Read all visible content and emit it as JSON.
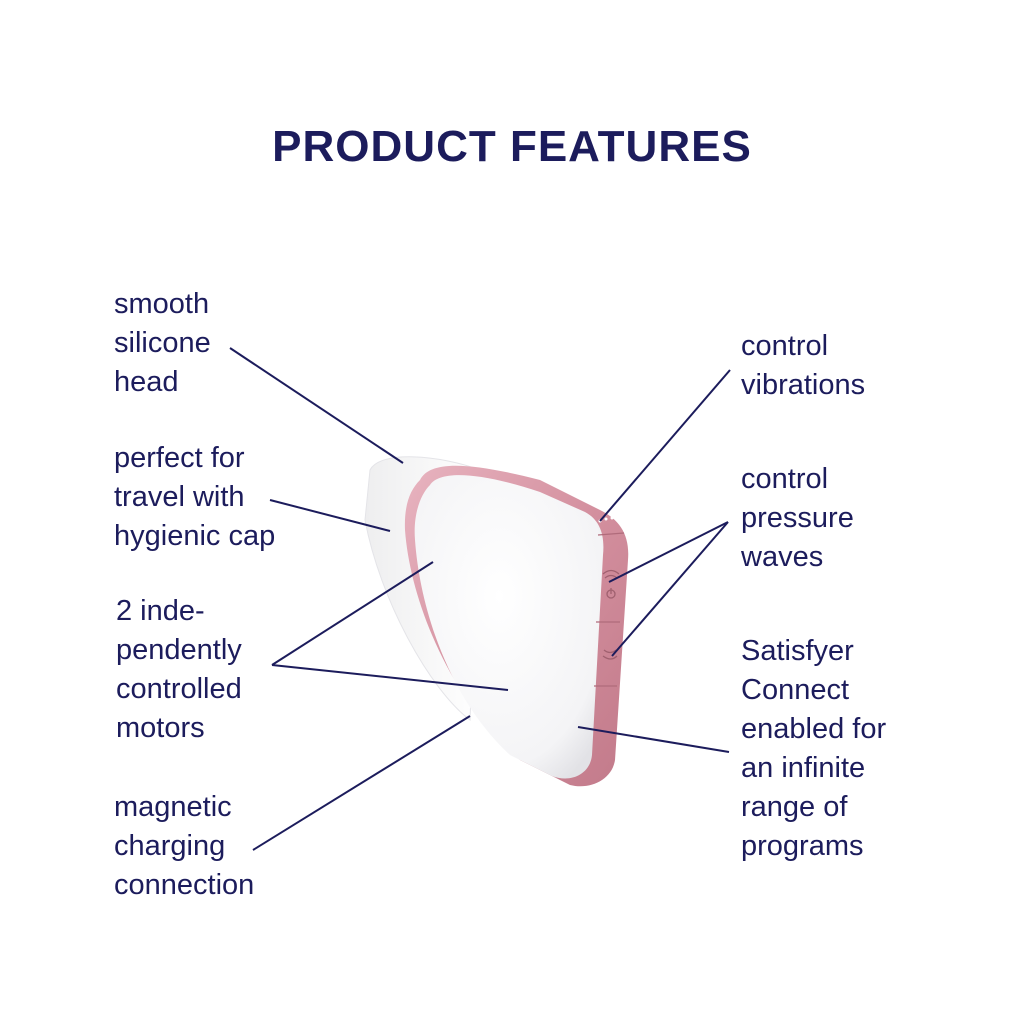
{
  "title": "PRODUCT FEATURES",
  "colors": {
    "text": "#1c1c5c",
    "accent_rose_gold": "#d89aa8",
    "background": "#ffffff"
  },
  "features_left": [
    {
      "label": "smooth\nsilicone\nhead"
    },
    {
      "label": "perfect for\ntravel with\nhygienic cap"
    },
    {
      "label": "2 inde-\npendently\ncontrolled\nmotors"
    },
    {
      "label": "magnetic\ncharging\nconnection"
    }
  ],
  "features_right": [
    {
      "label": "control\nvibrations"
    },
    {
      "label": "control\npressure\nwaves"
    },
    {
      "label": "Satisfyer\nConnect\nenabled for\nan infinite\nrange of\nprograms"
    }
  ],
  "product": {
    "button_icons": [
      "light-dots-icon",
      "power-wave-icon",
      "wave-icon"
    ]
  }
}
